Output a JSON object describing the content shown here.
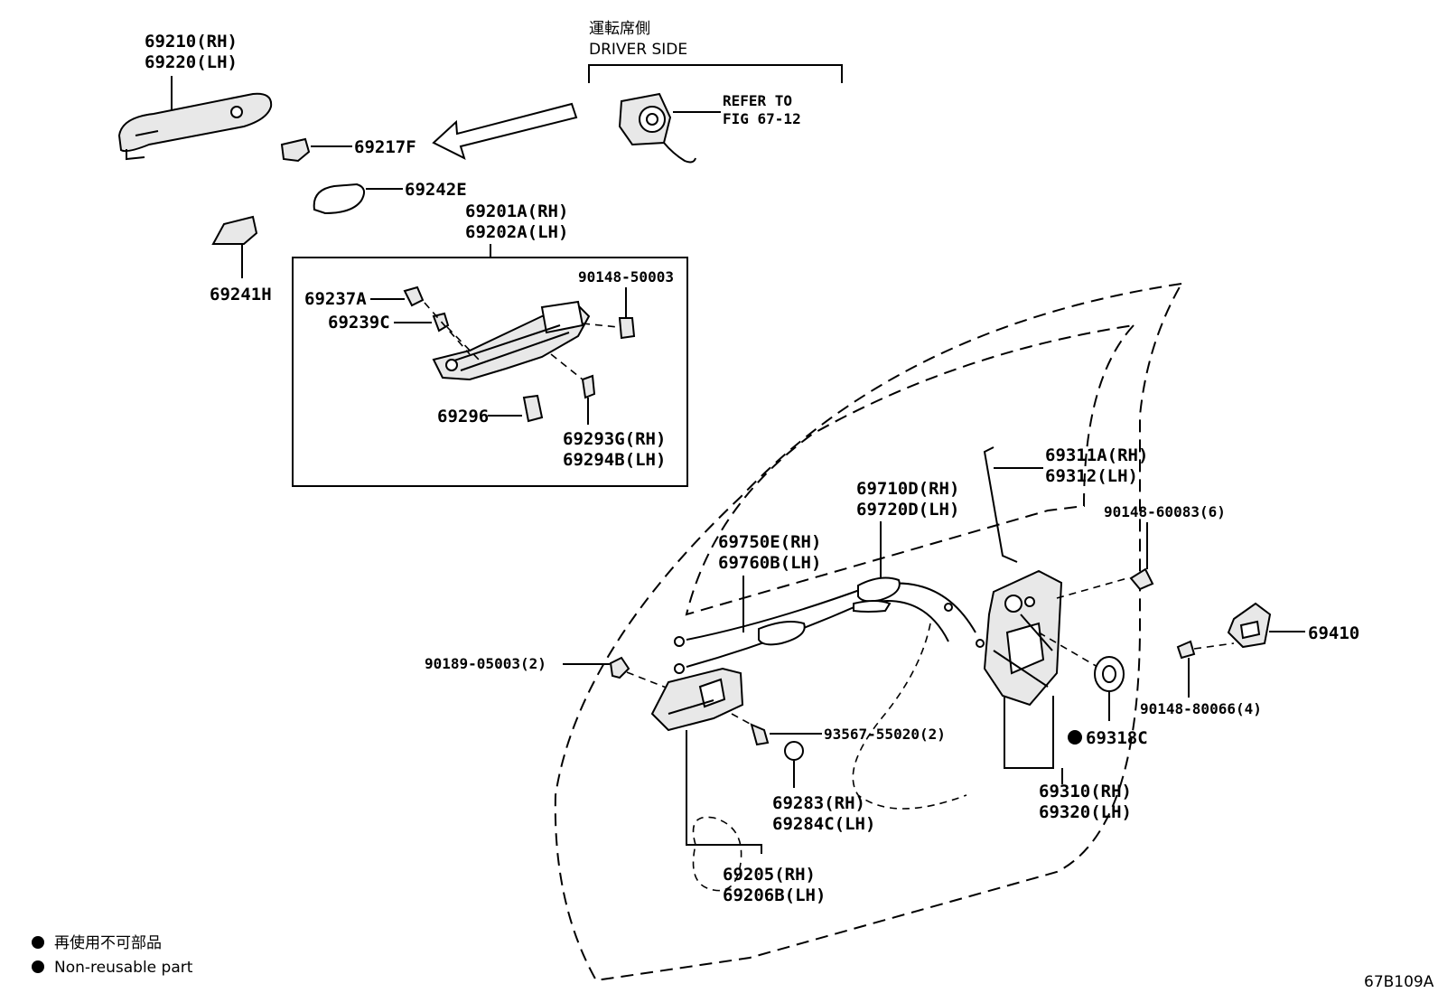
{
  "header": {
    "driver_side_jp": "運転席側",
    "driver_side_en": "DRIVER SIDE",
    "refer_line1": "REFER TO",
    "refer_line2": "FIG 67-12"
  },
  "parts": {
    "p69210_rh": "69210(RH)",
    "p69220_lh": "69220(LH)",
    "p69217f": "69217F",
    "p69242e": "69242E",
    "p69241h": "69241H",
    "p69201a_rh": "69201A(RH)",
    "p69202a_lh": "69202A(LH)",
    "p69237a": "69237A",
    "p69239c": "69239C",
    "p90148_50003": "90148-50003",
    "p69296": "69296",
    "p69293g_rh": "69293G(RH)",
    "p69294b_lh": "69294B(LH)",
    "p69311a_rh": "69311A(RH)",
    "p69312_lh": "69312(LH)",
    "p69710d_rh": "69710D(RH)",
    "p69720d_lh": "69720D(LH)",
    "p69750e_rh": "69750E(RH)",
    "p69760b_lh": "69760B(LH)",
    "p90148_60083": "90148-60083(6)",
    "p69410": "69410",
    "p90189_05003": "90189-05003(2)",
    "p90148_80066": "90148-80066(4)",
    "p93567_55020": "93567-55020(2)",
    "p69318c": "69318C",
    "p69283_rh": "69283(RH)",
    "p69284c_lh": "69284C(LH)",
    "p69310_rh": "69310(RH)",
    "p69320_lh": "69320(LH)",
    "p69205_rh": "69205(RH)",
    "p69206b_lh": "69206B(LH)"
  },
  "legend": {
    "nonreusable_jp": "再使用不可部品",
    "nonreusable_en": "Non-reusable part"
  },
  "figure_code": "67B109A"
}
